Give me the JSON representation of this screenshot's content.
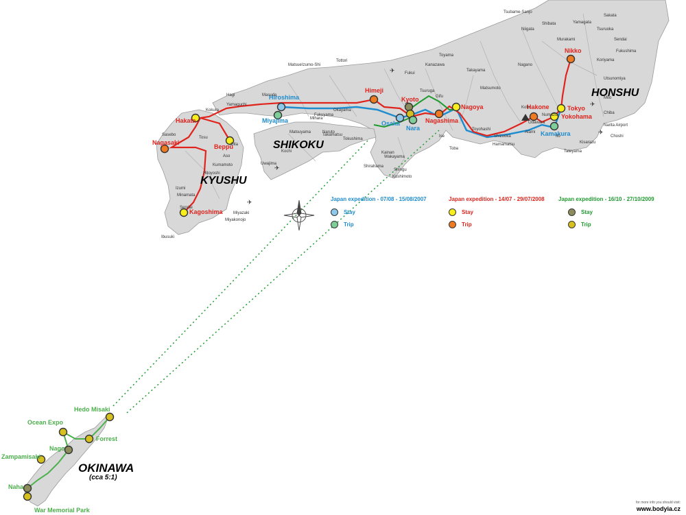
{
  "colors": {
    "exp2007": "#1e8ccf",
    "exp2008": "#e0231d",
    "exp2009": "#1f9a2f",
    "stay2007_fill": "#8ec8ea",
    "trip2007_fill": "#7fce9a",
    "stay2008_fill": "#f8ee1e",
    "trip2008_fill": "#ee7a22",
    "stay2009_fill": "#8c8c5c",
    "trip2009_fill": "#d6c020",
    "land": "#d8d8d8"
  },
  "islands": {
    "honshu": "HONSHU",
    "shikoku": "SHIKOKU",
    "kyushu": "KYUSHU",
    "okinawa": "OKINAWA",
    "okinawa_scale": "(cca 5:1)"
  },
  "cities": {
    "nikko": "Nikko",
    "tokyo": "Tokyo",
    "yokohama": "Yokohama",
    "hakone": "Hakone",
    "kamakura": "Kamakura",
    "nagoya": "Nagoya",
    "kyoto": "Kyoto",
    "nara": "Nara",
    "osaka": "Osaka",
    "nagashima": "Nagashima",
    "himeji": "Himeji",
    "hiroshima": "Hiroshima",
    "miyajima": "Miyajima",
    "hakata": "Hakata",
    "nagasaki": "Nagasaki",
    "beppu": "Beppu",
    "kagoshima": "Kagoshima",
    "hedo_misaki": "Hedo Misaki",
    "ocean_expo": "Ocean Expo",
    "forrest": "Forrest",
    "nago": "Nago",
    "zampamisaki": "Zampamisaki",
    "naha": "Naha",
    "war_memorial_park": "War Memorial Park"
  },
  "towns": [
    "Tsubame-Sanjo",
    "Niigata",
    "Shibata",
    "Murakami",
    "Sakata",
    "Tsuruoka",
    "Yamagata",
    "Sendai",
    "Fukushima",
    "Koriyama",
    "Utsunomiya",
    "Mito",
    "Chiba",
    "Narita Airport",
    "Choshi",
    "Kofu",
    "Nagano",
    "Matsumoto",
    "Takayama",
    "Toyama",
    "Kanazawa",
    "Fukui",
    "Gifu",
    "Tsuruga",
    "Ise",
    "Toba",
    "Shizuoka",
    "Hamamatsu",
    "Toyohashi",
    "Kainan",
    "Wakayama",
    "Shirahama",
    "Kushimoto",
    "Shingu",
    "Okayama",
    "Fukuyama",
    "Mihara",
    "Yamaguchi",
    "Hagi",
    "Matsue",
    "Tottori",
    "Izumo-Shi",
    "Masuda",
    "Kokura",
    "Kumamoto",
    "Miyazaki",
    "Miyakonojo",
    "Ibusuki",
    "Sasebo",
    "Sendai",
    "Matsuyama",
    "Kochi",
    "Takamatsu",
    "Tokushima",
    "Naruto",
    "Uwajima",
    "Aso",
    "Oita",
    "Tosu",
    "Hitoyoshi",
    "Izumi",
    "Minamata",
    "Atami",
    "Ito",
    "Numazu",
    "Odawara",
    "Tateyama",
    "Kisarazu"
  ],
  "legend": {
    "exp2007": {
      "title": "Japan expedition - 07/08 - 15/08/2007",
      "stay": "Stay",
      "trip": "Trip"
    },
    "exp2008": {
      "title": "Japan expedition - 14/07 - 29/07/2008",
      "stay": "Stay",
      "trip": "Trip"
    },
    "exp2009": {
      "title": "Japan expedition - 16/10 - 27/10/2009",
      "stay": "Stay",
      "trip": "Trip"
    }
  },
  "credit": {
    "small": "for more info you should visit:",
    "site": "www.bodyia.cz"
  }
}
